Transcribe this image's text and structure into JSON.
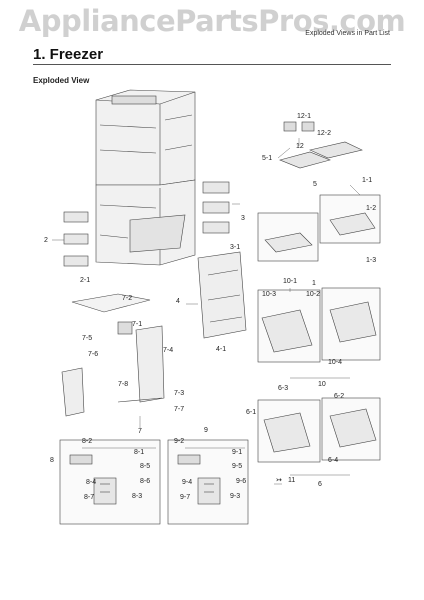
{
  "watermark": "AppliancePartsPros.com",
  "header_tag": "Exploded Views in Part List",
  "title": "1.  Freezer",
  "subtitle": "Exploded View",
  "callouts": {
    "c12_1": "12-1",
    "c12_2": "12-2",
    "c12": "12",
    "c5_1": "5-1",
    "c5": "5",
    "c1_1": "1-1",
    "c1_2": "1-2",
    "c1_3": "1-3",
    "c10_1": "10-1",
    "c1": "1",
    "c10_3": "10-3",
    "c10_2": "10-2",
    "c10_4": "10-4",
    "c10": "10",
    "c3": "3",
    "c3_1": "3-1",
    "c2": "2",
    "c2_1": "2-1",
    "c4": "4",
    "c4_1": "4-1",
    "c7_2": "7-2",
    "c7_1": "7-1",
    "c7_5": "7-5",
    "c7_6": "7-6",
    "c7_4": "7-4",
    "c7_8": "7-8",
    "c7_3": "7-3",
    "c7_7": "7-7",
    "c7": "7",
    "c6_3": "6-3",
    "c6_2": "6-2",
    "c6_1": "6-1",
    "c6_4": "6-4",
    "c6": "6",
    "c11": "11",
    "c8_2": "8-2",
    "c8_1": "8-1",
    "c8": "8",
    "c8_5": "8-5",
    "c8_6": "8-6",
    "c8_4": "8-4",
    "c8_7": "8-7",
    "c8_3": "8-3",
    "c9_2": "9-2",
    "c9": "9",
    "c9_1": "9-1",
    "c9_5": "9-5",
    "c9_6": "9-6",
    "c9_4": "9-4",
    "c9_7": "9-7",
    "c9_3": "9-3"
  }
}
